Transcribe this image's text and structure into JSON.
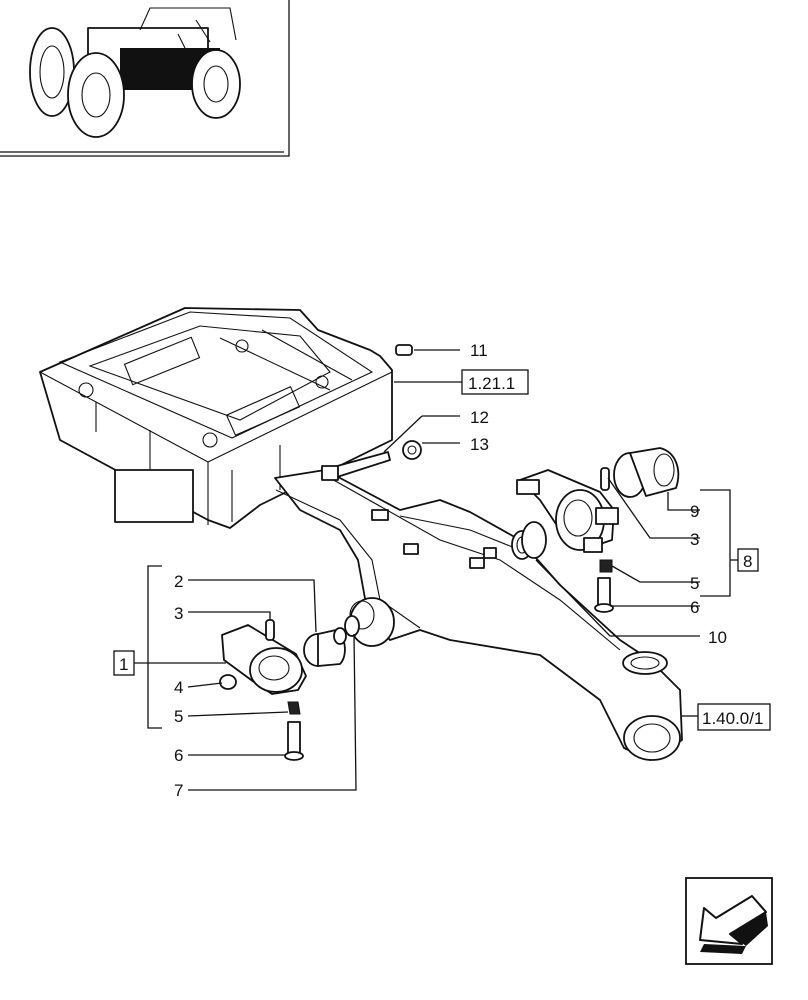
{
  "callouts": {
    "c1": "1",
    "c2": "2",
    "c3a": "3",
    "c3b": "3",
    "c4": "4",
    "c5a": "5",
    "c5b": "5",
    "c6a": "6",
    "c6b": "6",
    "c7": "7",
    "c8": "8",
    "c9": "9",
    "c10": "10",
    "c11": "11",
    "c12": "12",
    "c13": "13"
  },
  "references": {
    "ref_frame": "1.21.1",
    "ref_axle": "1.40.0/1"
  },
  "icons": {
    "thumbnail": "tractor-location-thumbnail",
    "nav": "back-arrow-icon"
  }
}
